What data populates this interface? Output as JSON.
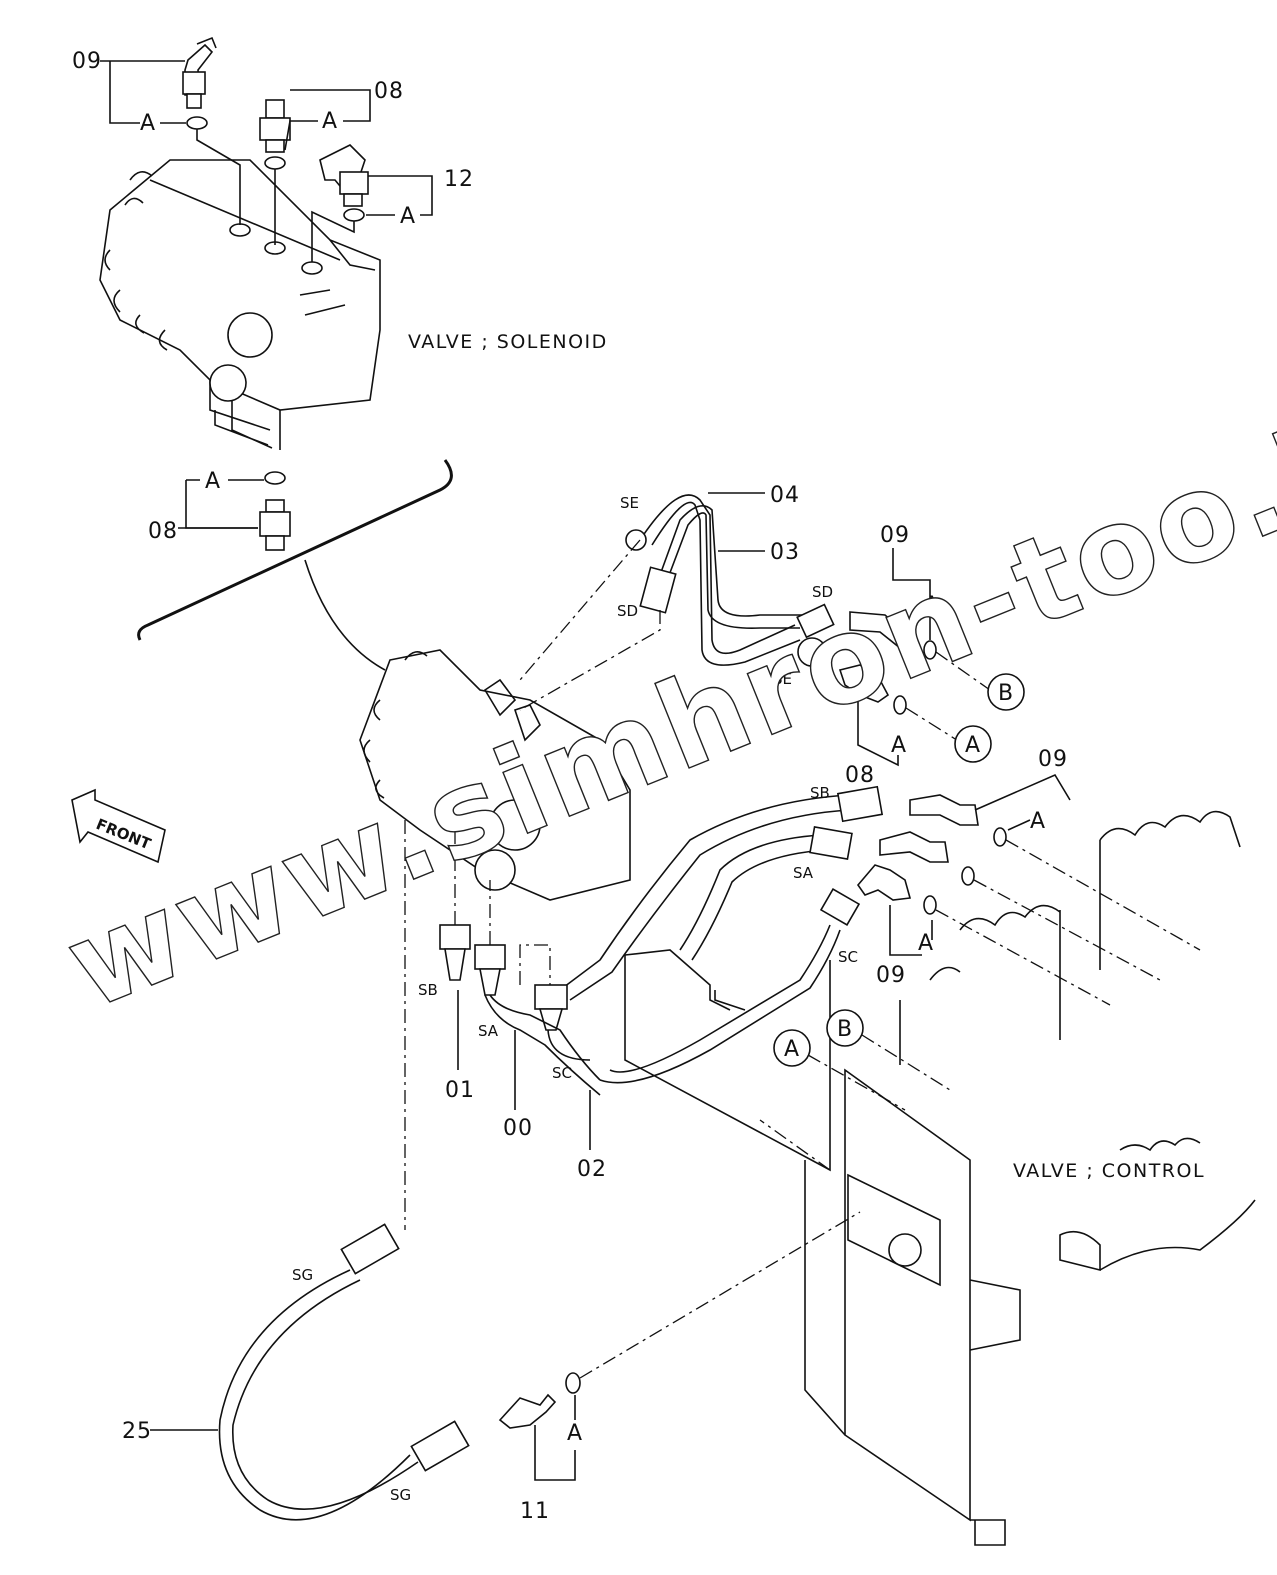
{
  "diagram": {
    "titles": {
      "solenoid_valve": "VALVE ; SOLENOID",
      "control_valve": "VALVE ; CONTROL",
      "front_arrow": "FRONT"
    },
    "watermark": "www.simhron-too.kz",
    "part_numbers": {
      "p09_top": "09",
      "p08_top": "08",
      "p12": "12",
      "p08_mid": "08",
      "p04": "04",
      "p03": "03",
      "p09_right_upper": "09",
      "p08_right": "08",
      "p09_right_mid": "09",
      "p09_right_lower": "09",
      "p01": "01",
      "p00": "00",
      "p02": "02",
      "p25": "25",
      "p11": "11"
    },
    "port_labels": {
      "se_top": "SE",
      "sd_top": "SD",
      "sd_right": "SD",
      "se_right": "SE",
      "sb_right": "SB",
      "sa_right": "SA",
      "sc_right": "SC",
      "sb_left": "SB",
      "sa_left": "SA",
      "sc_left": "SC",
      "sg_upper": "SG",
      "sg_lower": "SG"
    },
    "callouts": {
      "a_09_top": "A",
      "a_08_top": "A",
      "a_12": "A",
      "a_08_mid": "A",
      "a_09_right": "A",
      "a_08_right": "A",
      "a_09_mid": "A",
      "a_09_low": "A",
      "a_11": "A",
      "circle_b_right": "B",
      "circle_a_right": "A",
      "circle_a_lower": "A",
      "circle_b_lower": "B"
    }
  }
}
